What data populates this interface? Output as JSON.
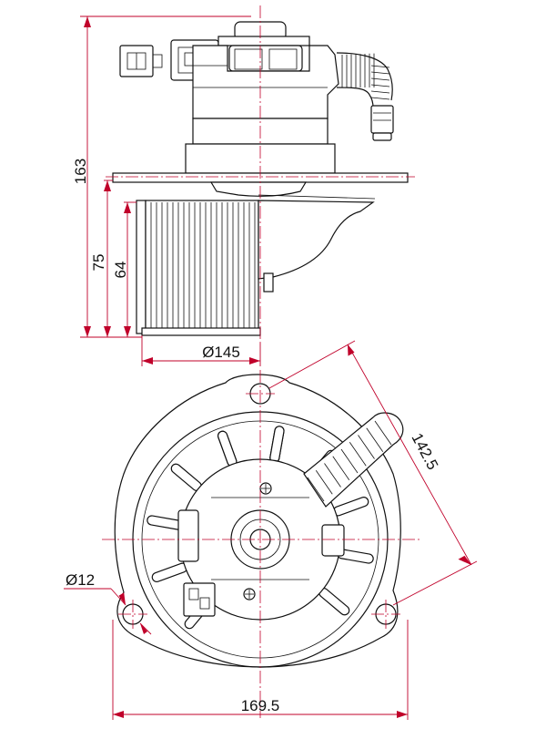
{
  "dimensions": {
    "height_total": "163",
    "height_wheel_housing": "75",
    "height_wheel": "64",
    "diameter_wheel": "Ø145",
    "hole_spacing": "142.5",
    "hole_diameter": "Ø12",
    "flange_width": "169.5"
  },
  "colors": {
    "line": "#111111",
    "dimension": "#c0002a"
  }
}
